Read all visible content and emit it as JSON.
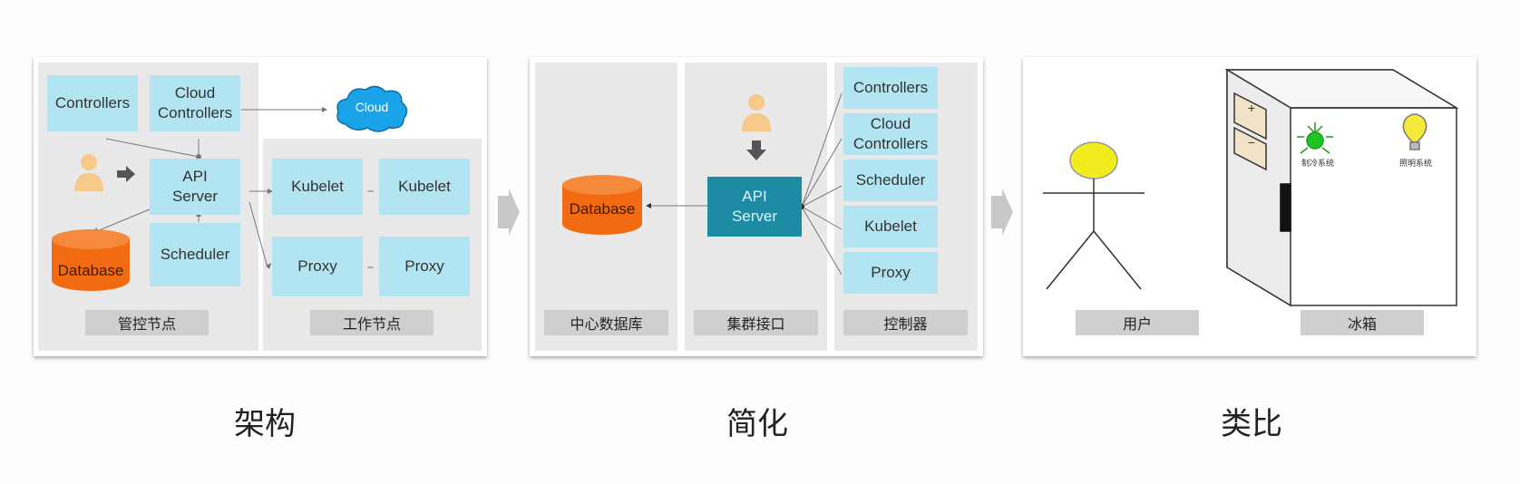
{
  "architecture": {
    "nodes": {
      "controllers": "Controllers",
      "cloud_controllers": "Cloud\nControllers",
      "cloud": "Cloud",
      "api_server": "API\nServer",
      "kubelet_1": "Kubelet",
      "kubelet_2": "Kubelet",
      "database": "Database",
      "scheduler": "Scheduler",
      "proxy_1": "Proxy",
      "proxy_2": "Proxy"
    },
    "group_labels": {
      "control_plane": "管控节点",
      "worker_node": "工作节点"
    },
    "caption": "架构"
  },
  "simplified": {
    "nodes": {
      "database": "Database",
      "api_server": "API\nServer",
      "controllers": "Controllers",
      "cloud_controllers": "Cloud\nControllers",
      "scheduler": "Scheduler",
      "kubelet": "Kubelet",
      "proxy": "Proxy"
    },
    "group_labels": {
      "central_db": "中心数据库",
      "cluster_api": "集群接口",
      "controllers": "控制器"
    },
    "caption": "简化"
  },
  "analogy": {
    "fridge_labels": {
      "cooling": "制冷系统",
      "lighting": "照明系统",
      "plus": "+",
      "minus": "−"
    },
    "group_labels": {
      "user": "用户",
      "fridge": "冰箱"
    },
    "caption": "类比"
  },
  "colors": {
    "node_fill": "#b2e4f2",
    "api_server_highlight": "#1d8ba3",
    "database": "#f26b12",
    "cloud": "#1aa3e8",
    "user_icon": "#f7c98b",
    "stick_head": "#f2ec1e",
    "cooling_light": "#21c521",
    "bulb": "#f5ea3a"
  }
}
